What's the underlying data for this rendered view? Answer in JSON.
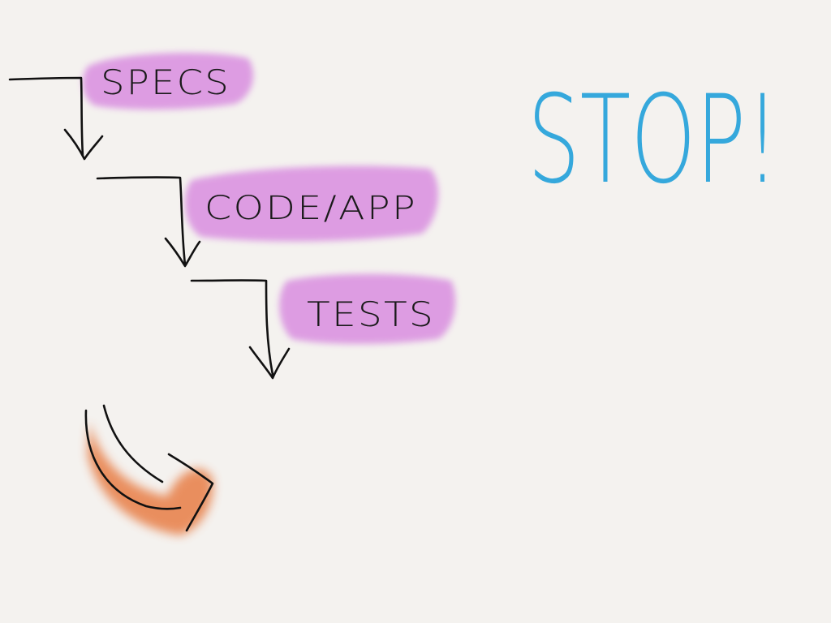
{
  "steps": [
    {
      "label": "SPECS"
    },
    {
      "label": "CODE/APP"
    },
    {
      "label": "TESTS"
    }
  ],
  "callout": {
    "label": "STOP!"
  },
  "colors": {
    "background": "#f4f2ef",
    "highlight": "#d98ee0",
    "ink": "#111111",
    "stop_ink": "#35a8dc",
    "arrow_fill": "#e8844f"
  }
}
